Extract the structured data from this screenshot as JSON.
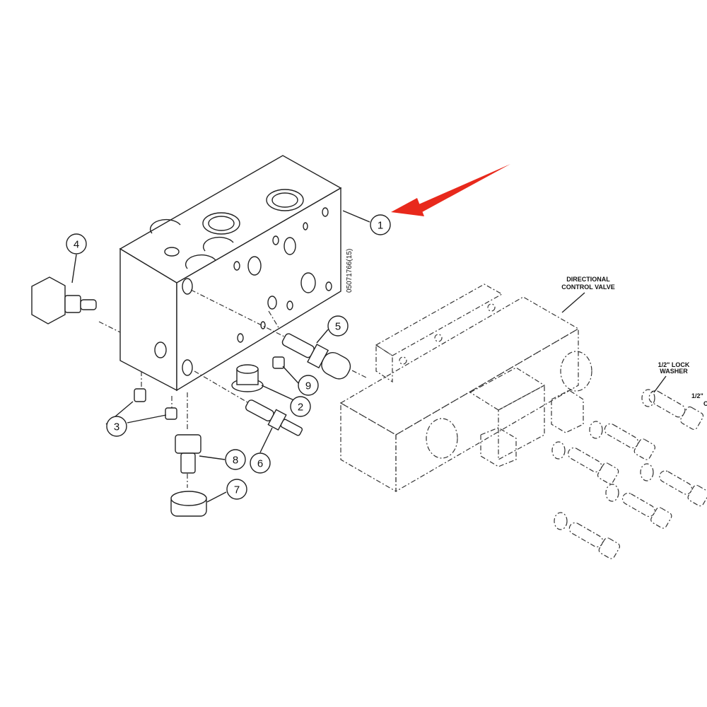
{
  "drawing_number": "05071766(15)",
  "labels": {
    "dcv": [
      "DIRECTIONAL",
      "CONTROL VALVE"
    ],
    "washer": [
      "1/2\" LOCK",
      "WASHER"
    ],
    "cut_label": [
      "1/2\"",
      "C"
    ]
  },
  "callouts": [
    "1",
    "2",
    "3",
    "4",
    "5",
    "6",
    "7",
    "8",
    "9"
  ],
  "colors": {
    "arrow": "#e8291c",
    "line": "#222222"
  }
}
